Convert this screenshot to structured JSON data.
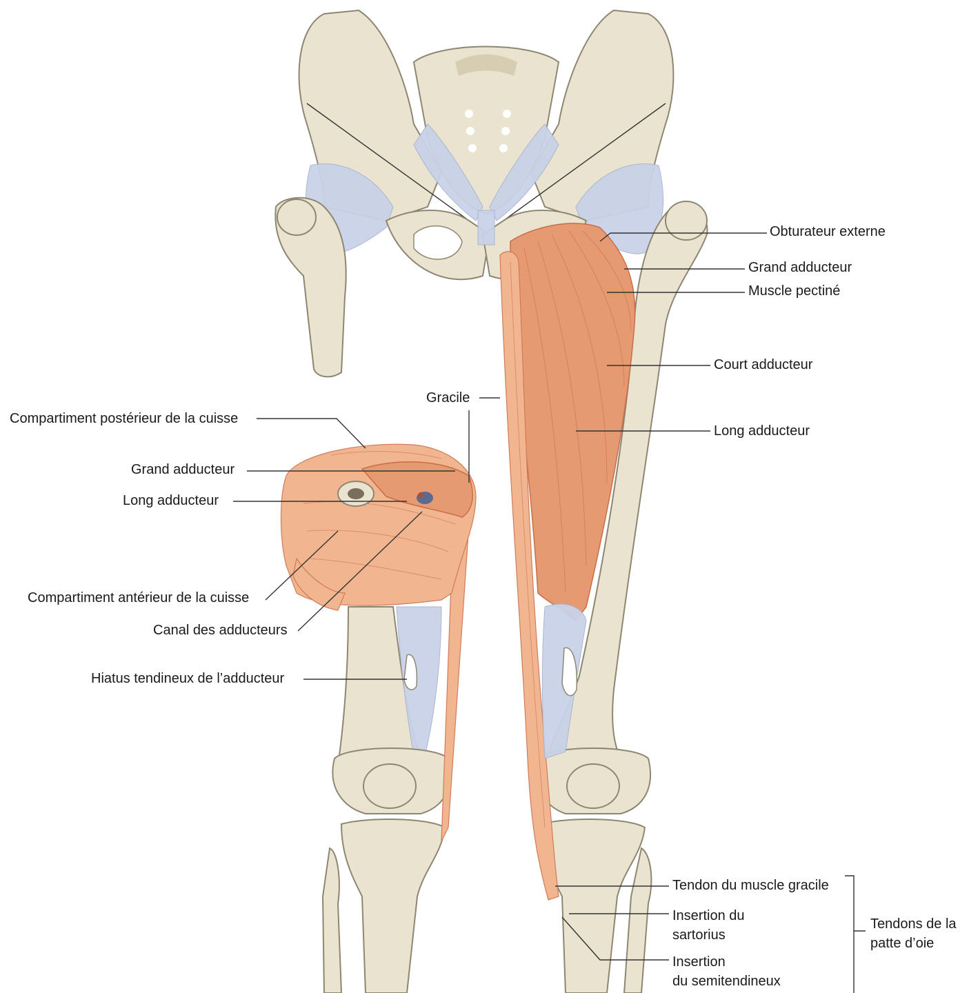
{
  "labels": {
    "obturateur_externe": "Obturateur externe",
    "grand_adducteur_right": "Grand adducteur",
    "muscle_pectine": "Muscle pectiné",
    "court_adducteur": "Court adducteur",
    "long_adducteur_right": "Long adducteur",
    "gracile": "Gracile",
    "compartiment_posterieur": "Compartiment postérieur de la cuisse",
    "grand_adducteur_left": "Grand adducteur",
    "long_adducteur_left": "Long adducteur",
    "compartiment_anterieur": "Compartiment antérieur de la cuisse",
    "canal_adducteurs": "Canal des adducteurs",
    "hiatus_tendineux": "Hiatus tendineux de l’adducteur",
    "tendon_gracile": "Tendon du muscle gracile",
    "insertion_sartorius_1": "Insertion du",
    "insertion_sartorius_2": "sartorius",
    "insertion_semitendineux_1": "Insertion",
    "insertion_semitendineux_2": "du semitendineux",
    "tendons_patte_oie_1": "Tendons de la",
    "tendons_patte_oie_2": "patte d’oie"
  },
  "colors": {
    "bone": "#e9e3cf",
    "ligament": "#c9d2e8",
    "muscle": "#e59a72",
    "leader_line": "#333333"
  }
}
